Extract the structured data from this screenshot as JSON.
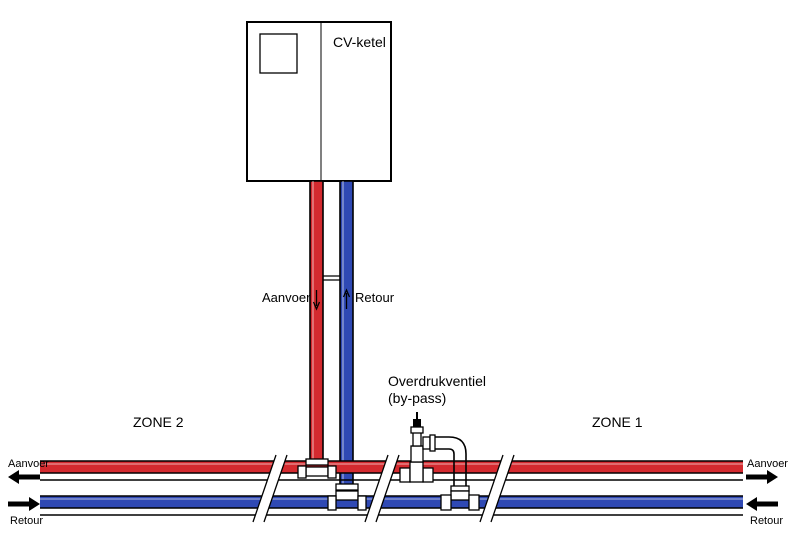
{
  "boiler": {
    "label": "CV-ketel"
  },
  "riser": {
    "supply_label": "Aanvoer",
    "return_label": "Retour"
  },
  "valve": {
    "label_line1": "Overdrukventiel",
    "label_line2": "(by-pass)"
  },
  "zones": {
    "left": "ZONE 2",
    "right": "ZONE 1"
  },
  "main_pipes": {
    "left_supply": "Aanvoer",
    "left_return": "Retour",
    "right_supply": "Aanvoer",
    "right_return": "Retour"
  },
  "colors": {
    "supply": "#d42a2f",
    "return": "#2f49b4",
    "outline": "#000000"
  }
}
